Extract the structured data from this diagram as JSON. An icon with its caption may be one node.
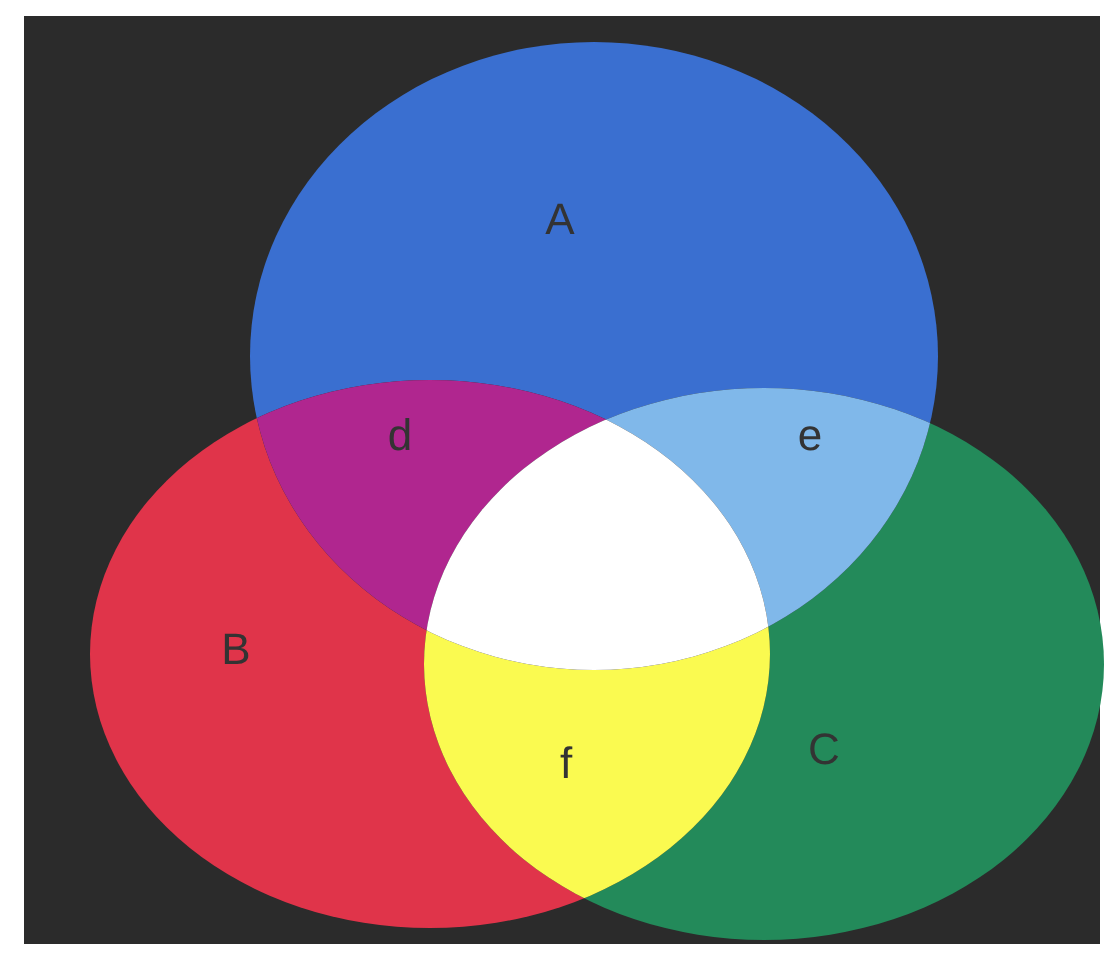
{
  "diagram": {
    "nodes": [
      {
        "text": [
          "A"
        ]
      },
      {
        "text": [
          "B"
        ]
      },
      {
        "text": [
          "C"
        ]
      },
      {
        "text": [
          "d"
        ]
      },
      {
        "text": [
          "e"
        ]
      },
      {
        "text": [
          "f"
        ]
      }
    ],
    "edges": []
  }
}
